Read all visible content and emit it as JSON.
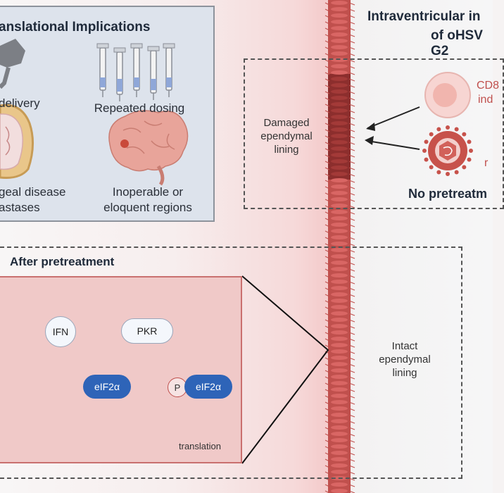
{
  "implications": {
    "title": "anslational Implications",
    "items": {
      "delivery": "delivery",
      "dosing": "Repeated dosing",
      "leptomeningeal": "geal disease\nastases",
      "inoperable": "Inoperable or\neloquent regions"
    }
  },
  "right": {
    "title_line1": "Intraventricular in",
    "title_line2": "of oHSV G2",
    "damaged": "Damaged\nependymal\nlining",
    "cd8": "CD8",
    "cd8_sub": "ind",
    "virus_label": "r",
    "no_pretreat": "No pretreatm"
  },
  "after": {
    "title": "After pretreatment",
    "intact": "Intact\nependymal\nlining",
    "ifn": "IFN",
    "pkr": "PKR",
    "eif1": "eIF2α",
    "eif2": "eIF2α",
    "p": "P",
    "translation": "translation"
  },
  "colors": {
    "panel_blue": "#dde3ec",
    "panel_pink": "#f0c9c8",
    "blue_pill": "#2e64b8",
    "ependyma": "#b8403f",
    "arrow_green": "#6fae47"
  }
}
